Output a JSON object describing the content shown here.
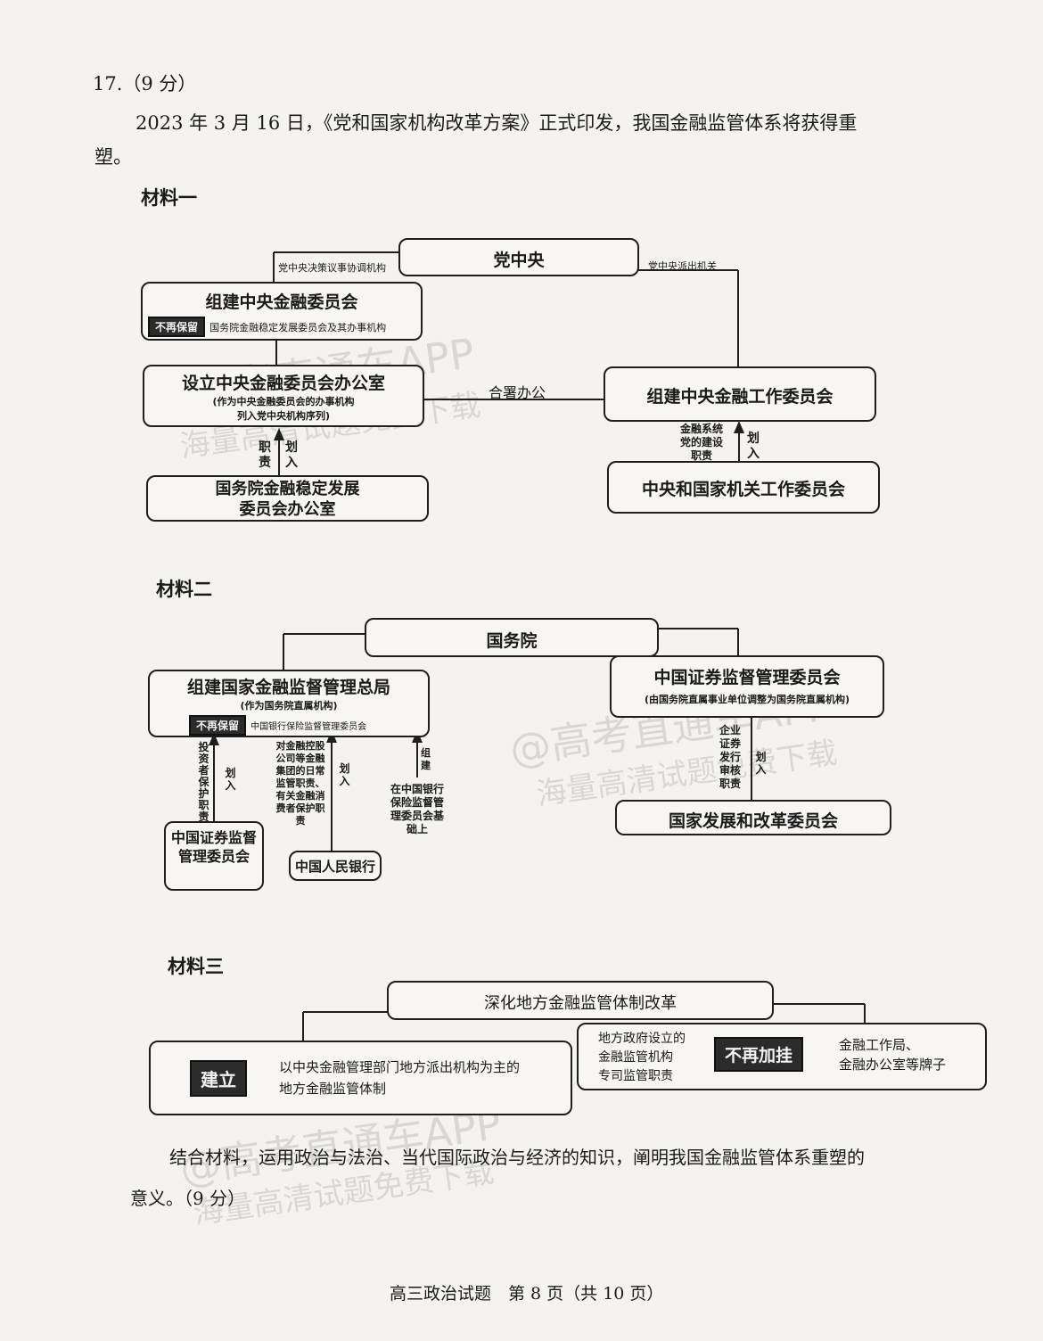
{
  "question": {
    "number": "17.（9 分）",
    "intro_line1": "2023 年 3 月 16 日，《党和国家机构改革方案》正式印发，我国金融监管体系将获得重",
    "intro_line2": "塑。"
  },
  "material1": {
    "heading": "材料一",
    "party_center": "党中央",
    "left_connector": "党中央决策议事协调机构",
    "right_connector": "党中央派出机关",
    "commission": "组建中央金融委员会",
    "no_retain_tag": "不再保留",
    "no_retain_text": "国务院金融稳定发展委员会及其办事机构",
    "office_title": "设立中央金融委员会办公室",
    "office_note1": "(作为中央金融委员会的办事机构",
    "office_note2": "列入党中央机构序列)",
    "joint_office": "合署办公",
    "work_committee": "组建中央金融工作委员会",
    "duty_label": "职责",
    "transfer_label": "划入",
    "state_council_office_1": "国务院金融稳定发展",
    "state_council_office_2": "委员会办公室",
    "party_building_duty": "金融系统党的建设职责",
    "central_organs": "中央和国家机关工作委员会"
  },
  "material2": {
    "heading": "材料二",
    "state_council": "国务院",
    "regulator_title": "组建国家金融监督管理总局",
    "regulator_note": "(作为国务院直属机构)",
    "no_retain_tag": "不再保留",
    "no_retain_text": "中国银行保险监督管理委员会",
    "csrc_title": "中国证券监督管理委员会",
    "csrc_note": "(由国务院直属事业单位调整为国务院直属机构)",
    "investor_duty": "投资者保护职责",
    "transfer_label": "划入",
    "holding_duty": "对金融控股公司等金融集团的日常监管职责、有关金融消费者保护职责",
    "build_label": "组建",
    "build_basis": "在中国银行保险监督管理委员会基础上",
    "issuance_duty": "企业证券发行审核职责",
    "csrc_source": "中国证券监督管理委员会",
    "pboc": "中国人民银行",
    "ndrc": "国家发展和改革委员会"
  },
  "material3": {
    "heading": "材料三",
    "reform_title": "深化地方金融监管体制改革",
    "establish_tag": "建立",
    "establish_text1": "以中央金融管理部门地方派出机构为主的",
    "establish_text2": "地方金融监管体制",
    "local_text1": "地方政府设立的",
    "local_text2": "金融监管机构",
    "local_text3": "专司监管职责",
    "no_longer_tag": "不再加挂",
    "no_longer_text1": "金融工作局、",
    "no_longer_text2": "金融办公室等牌子"
  },
  "prompt": {
    "line1": "结合材料，运用政治与法治、当代国际政治与经济的知识，阐明我国金融监管体系重塑的",
    "line2": "意义。（9 分）"
  },
  "footer": "高三政治试题　第 8 页（共 10 页）",
  "watermarks": [
    "@高考直通车APP",
    "海量高清试题免费下载"
  ]
}
